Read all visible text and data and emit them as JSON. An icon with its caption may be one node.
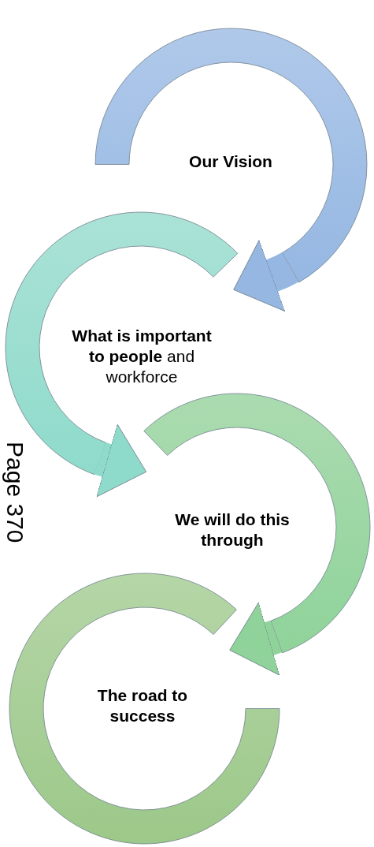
{
  "diagram": {
    "nodes": [
      {
        "text": [
          "Our Vision"
        ]
      },
      {
        "text": [
          "**What is important to people** and workforce"
        ]
      },
      {
        "text": [
          "We will do this through"
        ]
      },
      {
        "text": [
          "The road to success"
        ]
      }
    ],
    "edges": [
      {
        "from": 0,
        "to": 1,
        "arrow": "to",
        "color": "#95b7e2"
      },
      {
        "from": 1,
        "to": 2,
        "arrow": "to",
        "color": "#8fdbcb"
      },
      {
        "from": 2,
        "to": 3,
        "arrow": "to",
        "color": "#8fd39a"
      }
    ],
    "labels": [
      "Page 370"
    ]
  }
}
